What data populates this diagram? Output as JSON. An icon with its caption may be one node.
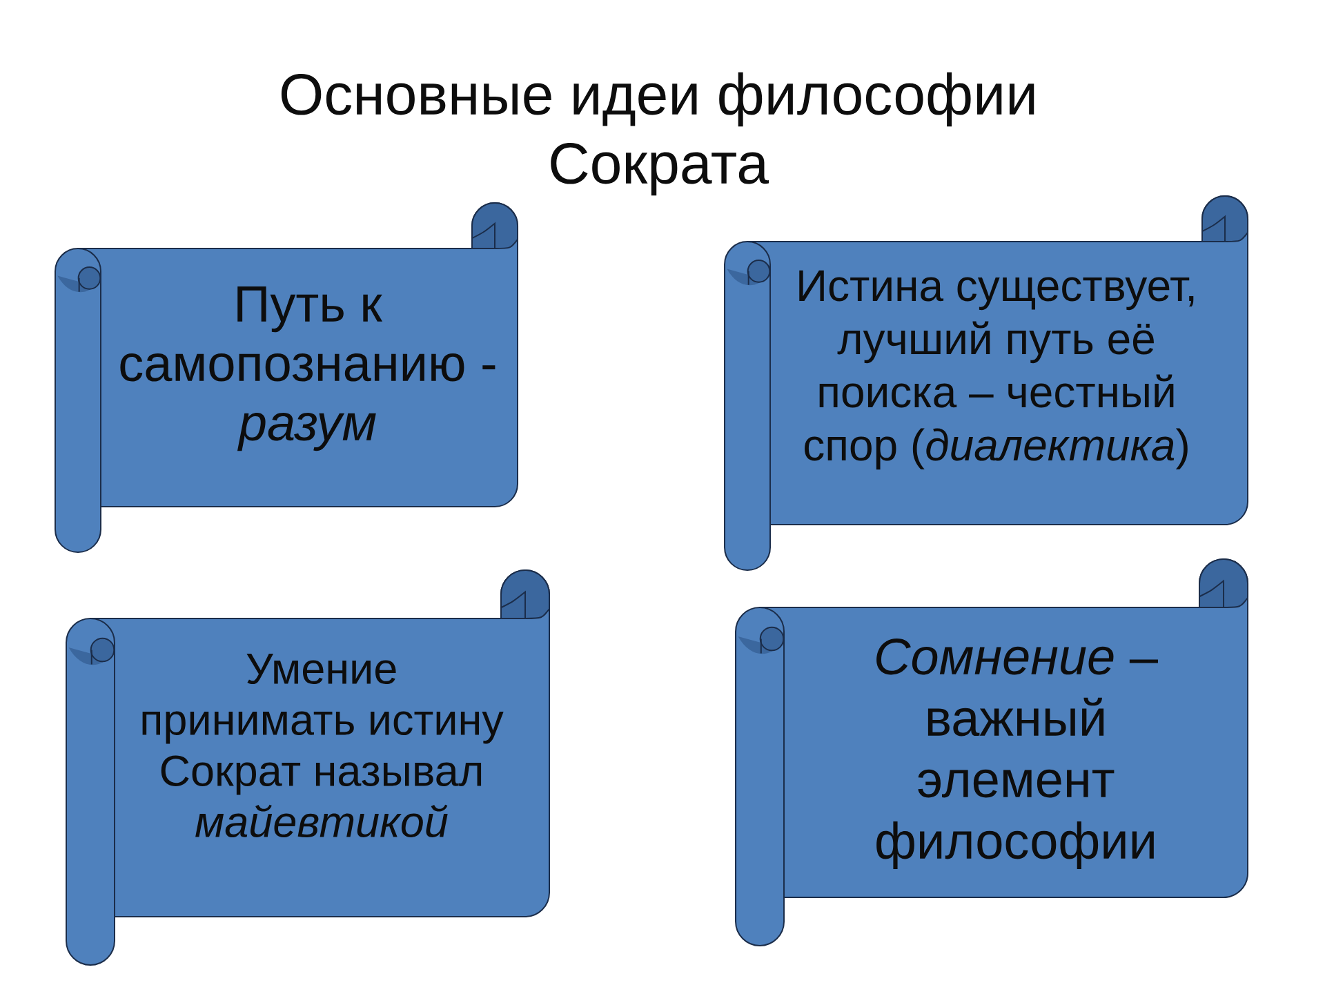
{
  "diagram": {
    "title": "Основные идеи философии Сократа",
    "nodes": [
      {
        "text": [
          "Путь к самопознанию - *разум*"
        ]
      },
      {
        "text": [
          "Истина существует, лучший путь её поиска – честный спор (*диалектика*)"
        ]
      },
      {
        "text": [
          "Умение принимать истину Сократ называл *майевтикой*"
        ]
      },
      {
        "text": [
          "*Сомнение* – важный элемент философии"
        ]
      }
    ]
  }
}
